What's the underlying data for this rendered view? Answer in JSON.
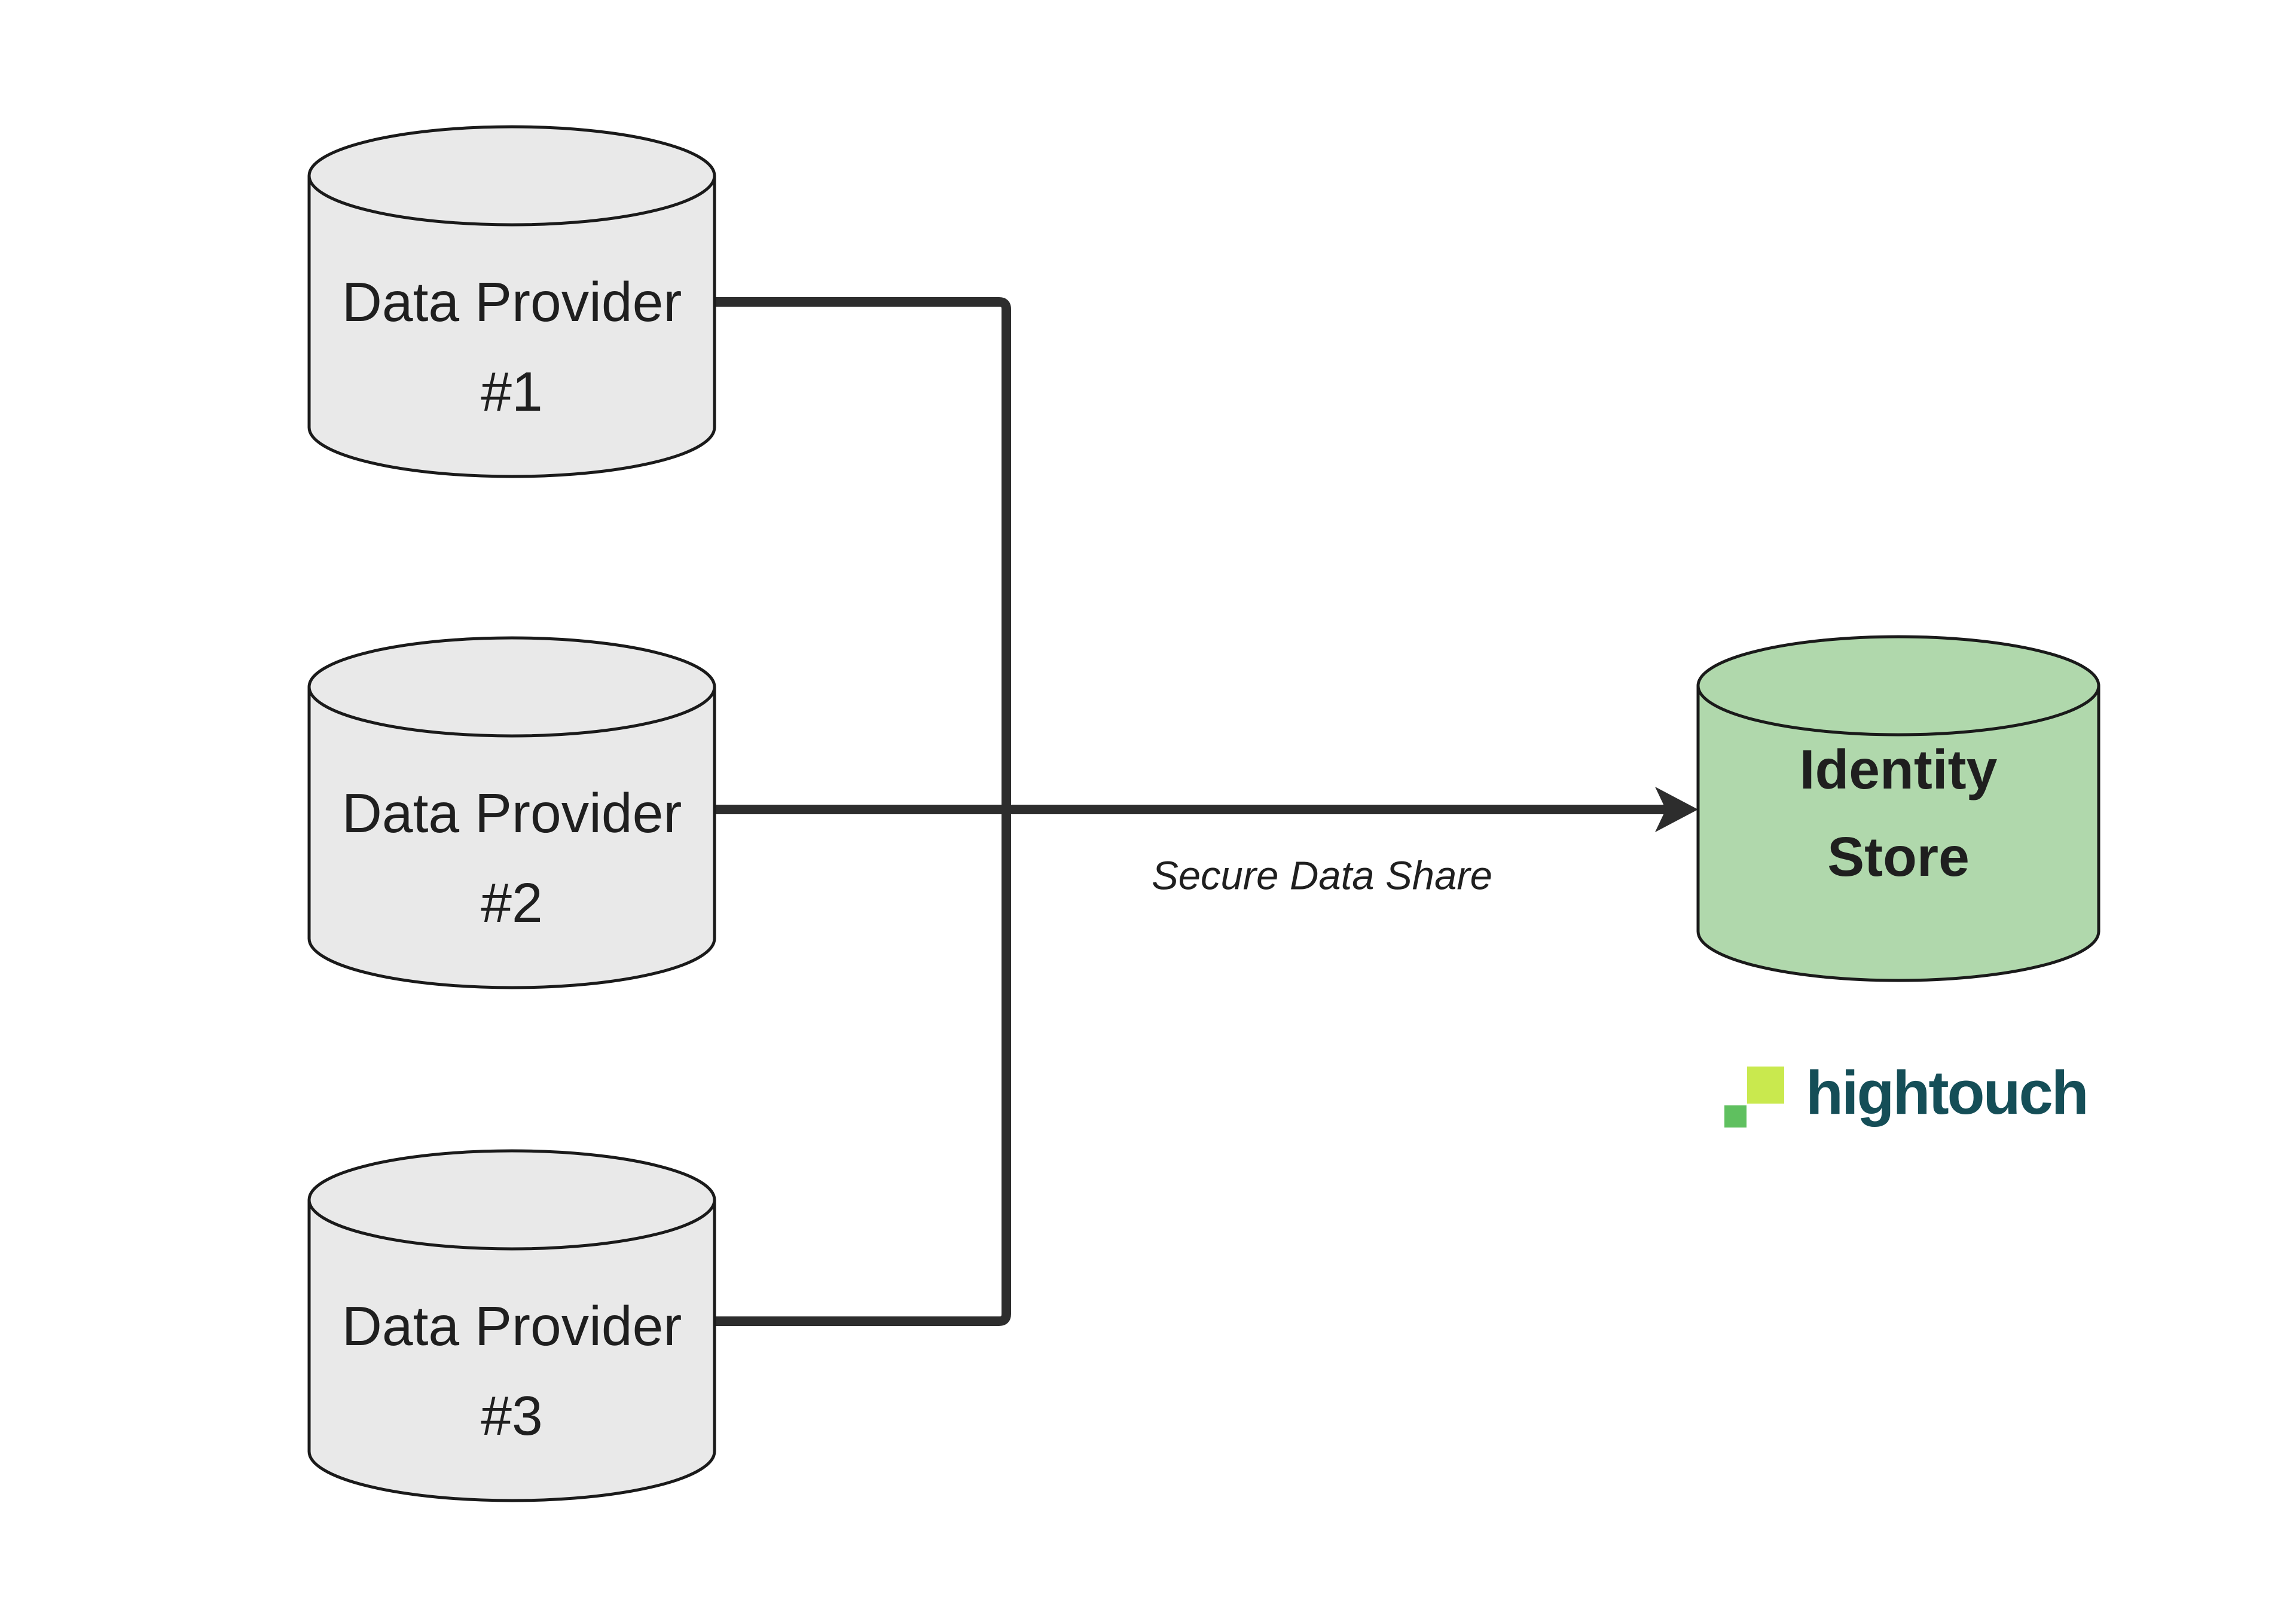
{
  "diagram": {
    "providers": [
      {
        "line1": "Data Provider",
        "line2": "#1"
      },
      {
        "line1": "Data Provider",
        "line2": "#2"
      },
      {
        "line1": "Data Provider",
        "line2": "#3"
      }
    ],
    "identity_store": {
      "line1": "Identity",
      "line2": "Store"
    },
    "arrow_label": "Secure Data Share",
    "brand": {
      "name": "hightouch"
    },
    "colors": {
      "provider_fill": "#e9e9e9",
      "identity_fill": "#b0d8ac",
      "shape_stroke": "#1a1a1a",
      "connector": "#2d2d2d",
      "label_text": "#1f1f1f",
      "brand_teal": "#154e57",
      "logo_big_square": "#c9e94e",
      "logo_small_square": "#5fc05f"
    }
  }
}
